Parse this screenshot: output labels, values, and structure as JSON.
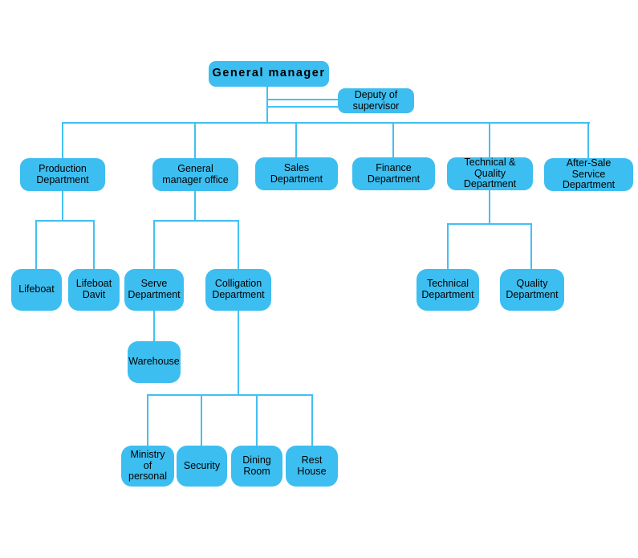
{
  "colors": {
    "node_fill": "#3dbef0",
    "connector": "#41c0f2",
    "text": "#000000",
    "background": "#ffffff"
  },
  "org": {
    "root": {
      "label": "General manager"
    },
    "deputy": {
      "label": "Deputy of\nsupervisor"
    },
    "level2": {
      "production": {
        "label": "Production\nDepartment"
      },
      "gm_office": {
        "label": "General\nmanager office"
      },
      "sales": {
        "label": "Sales\nDepartment"
      },
      "finance": {
        "label": "Finance\nDepartment"
      },
      "tech_quality": {
        "label": "Technical & Quality\nDepartment"
      },
      "after_sale": {
        "label": "After-Sale\nService Department"
      }
    },
    "level3": {
      "lifeboat": {
        "label": "Lifeboat"
      },
      "lifeboat_davit": {
        "label": "Lifeboat\nDavit"
      },
      "serve": {
        "label": "Serve\nDepartment"
      },
      "colligation": {
        "label": "Colligation\nDepartment"
      },
      "technical": {
        "label": "Technical\nDepartment"
      },
      "quality": {
        "label": "Quality\nDepartment"
      }
    },
    "level4": {
      "warehouse": {
        "label": "Warehouse"
      },
      "ministry": {
        "label": "Ministry\nof  personal"
      },
      "security": {
        "label": "Security"
      },
      "dining": {
        "label": "Dining\nRoom"
      },
      "rest": {
        "label": "Rest\nHouse"
      }
    },
    "edges": [
      {
        "from": "General manager",
        "to": "Deputy of supervisor"
      },
      {
        "from": "General manager",
        "to": "Production Department"
      },
      {
        "from": "General manager",
        "to": "General manager office"
      },
      {
        "from": "General manager",
        "to": "Sales Department"
      },
      {
        "from": "General manager",
        "to": "Finance Department"
      },
      {
        "from": "General manager",
        "to": "Technical & Quality Department"
      },
      {
        "from": "General manager",
        "to": "After-Sale Service Department"
      },
      {
        "from": "Production Department",
        "to": "Lifeboat"
      },
      {
        "from": "Production Department",
        "to": "Lifeboat Davit"
      },
      {
        "from": "General manager office",
        "to": "Serve Department"
      },
      {
        "from": "General manager office",
        "to": "Colligation Department"
      },
      {
        "from": "Serve Department",
        "to": "Warehouse"
      },
      {
        "from": "Colligation Department",
        "to": "Ministry of personal"
      },
      {
        "from": "Colligation Department",
        "to": "Security"
      },
      {
        "from": "Colligation Department",
        "to": "Dining Room"
      },
      {
        "from": "Colligation Department",
        "to": "Rest House"
      },
      {
        "from": "Technical & Quality Department",
        "to": "Technical Department"
      },
      {
        "from": "Technical & Quality Department",
        "to": "Quality Department"
      }
    ]
  }
}
